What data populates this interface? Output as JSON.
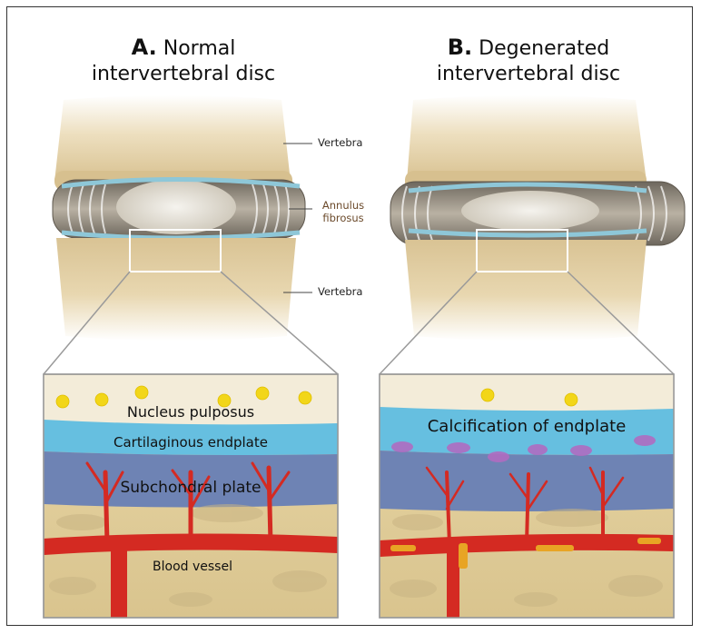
{
  "panel_a": {
    "letter": "A.",
    "title_line1": "Normal",
    "title_line2": "intervertebral disc",
    "labels": {
      "vertebra_top": "Vertebra",
      "annulus_line1": "Annulus",
      "annulus_line2": "fibrosus",
      "vertebra_bottom": "Vertebra"
    },
    "zoom": {
      "nucleus": "Nucleus pulposus",
      "cartilaginous": "Cartilaginous endplate",
      "subchondral": "Subchondral plate",
      "vessel": "Blood vessel"
    }
  },
  "panel_b": {
    "letter": "B.",
    "title_line1": "Degenerated",
    "title_line2": "intervertebral disc",
    "zoom": {
      "calcification": "Calcification of endplate"
    }
  },
  "colors": {
    "bone": "#e4d3a7",
    "disc_ring": "#8d8577",
    "nucleus": "#ece9e1",
    "cartilage": "#6fc3e0",
    "subchondral": "#6f84b3",
    "vessel": "#d42a22",
    "nucleus_dot": "#f2d619",
    "calcification": "#b06cc1",
    "calcified_vessel": "#e8a424"
  }
}
